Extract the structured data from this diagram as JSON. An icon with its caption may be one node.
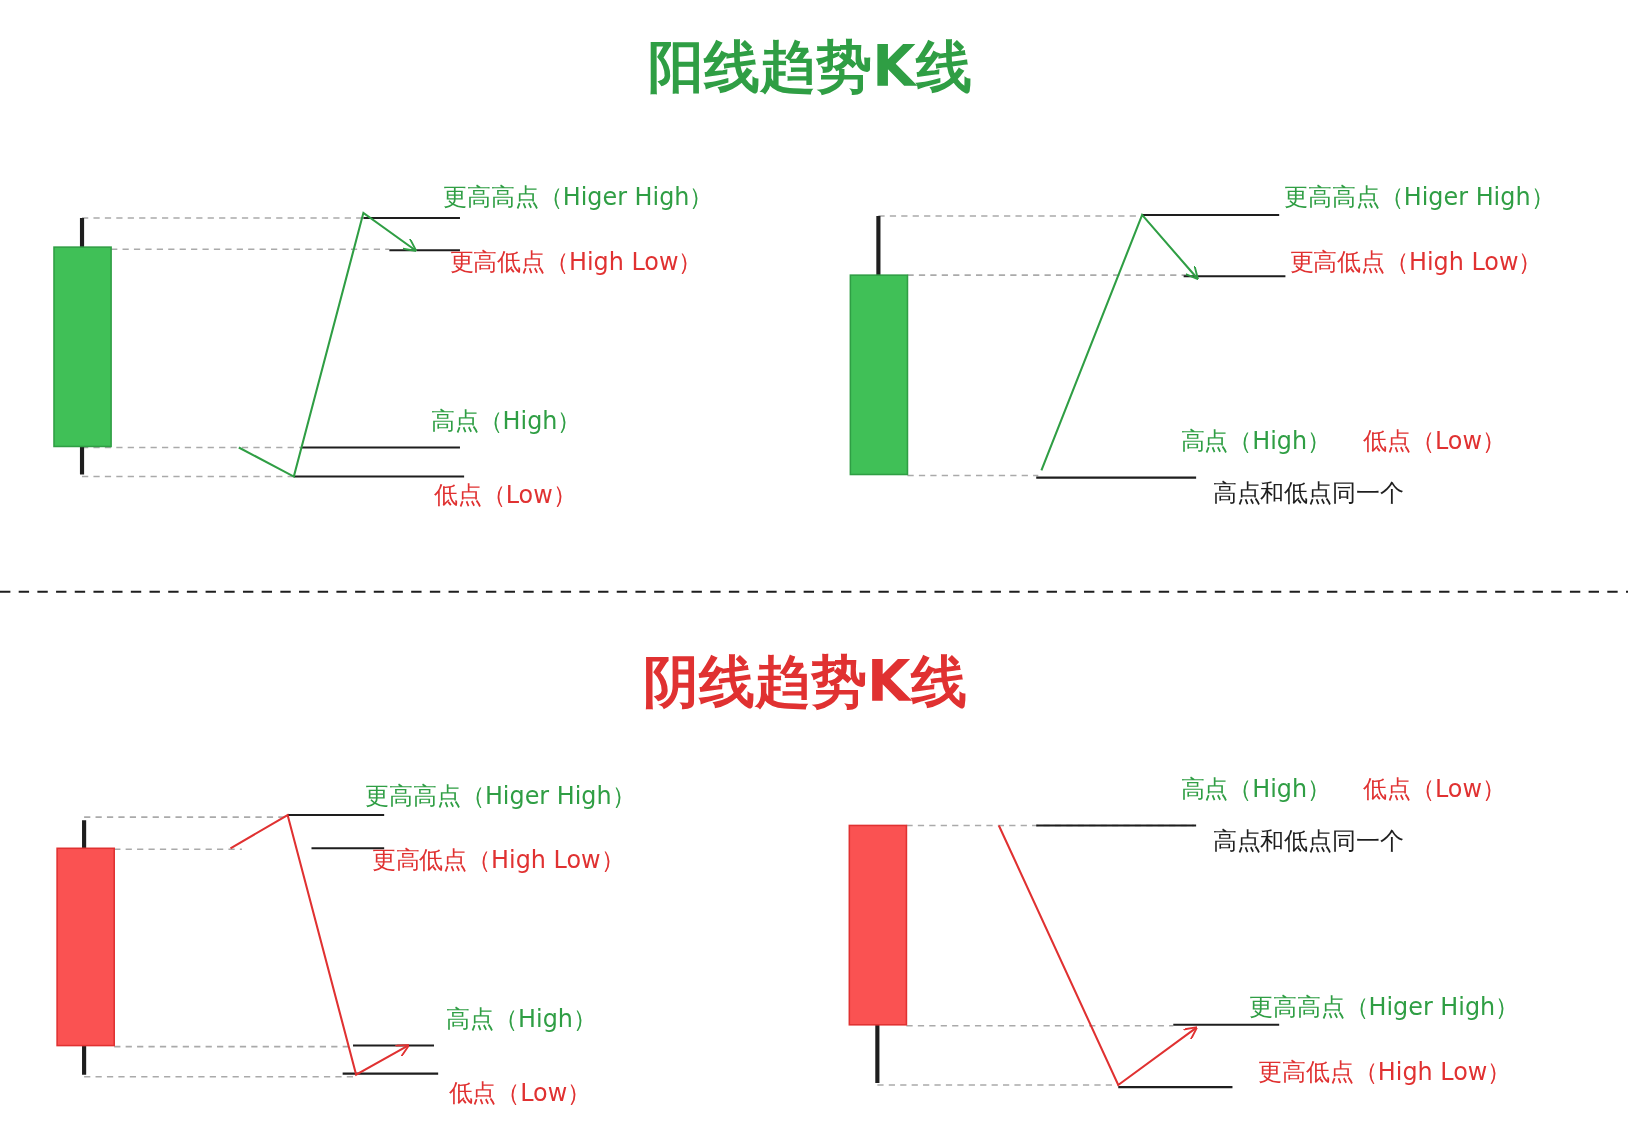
{
  "diagram": {
    "labels": [
      "阳线趋势K线",
      "更高高点（Higer High）",
      "更高低点（High Low）",
      "高点（High）",
      "低点（Low）",
      "更高高点（Higer High）",
      "更高低点（High Low）",
      "高点（High）",
      "低点（Low）",
      "高点和低点同一个",
      "阴线趋势K线",
      "更高高点（Higer High）",
      "更高低点（High Low）",
      "高点（High）",
      "低点（Low）",
      "高点（High）",
      "低点（Low）",
      "高点和低点同一个",
      "更高高点（Higer High）",
      "更高低点（High Low）"
    ]
  }
}
